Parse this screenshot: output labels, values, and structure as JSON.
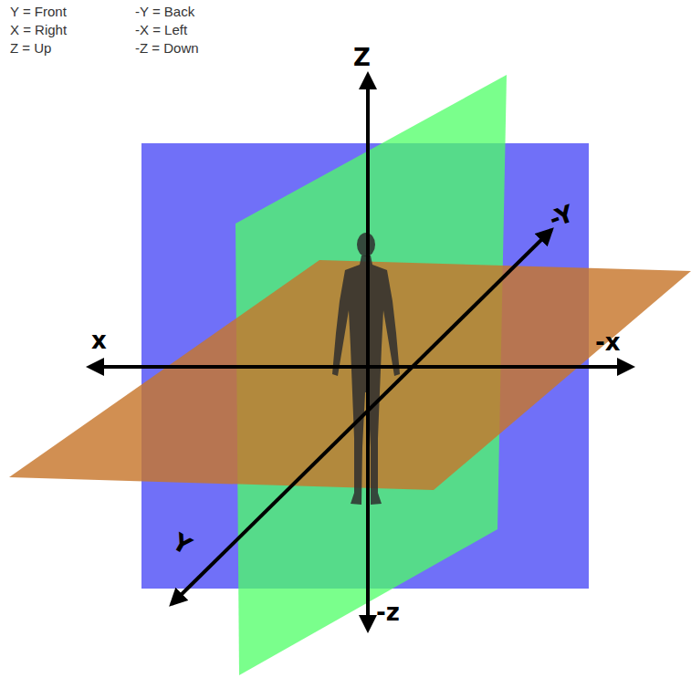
{
  "diagram": {
    "labels": [
      "Y = Front",
      "-Y = Back",
      "X = Right",
      "-X = Left",
      "Z = Up",
      "-Z = Down",
      "Z",
      "-Y",
      "x",
      "-x",
      "Y",
      "-z"
    ]
  }
}
